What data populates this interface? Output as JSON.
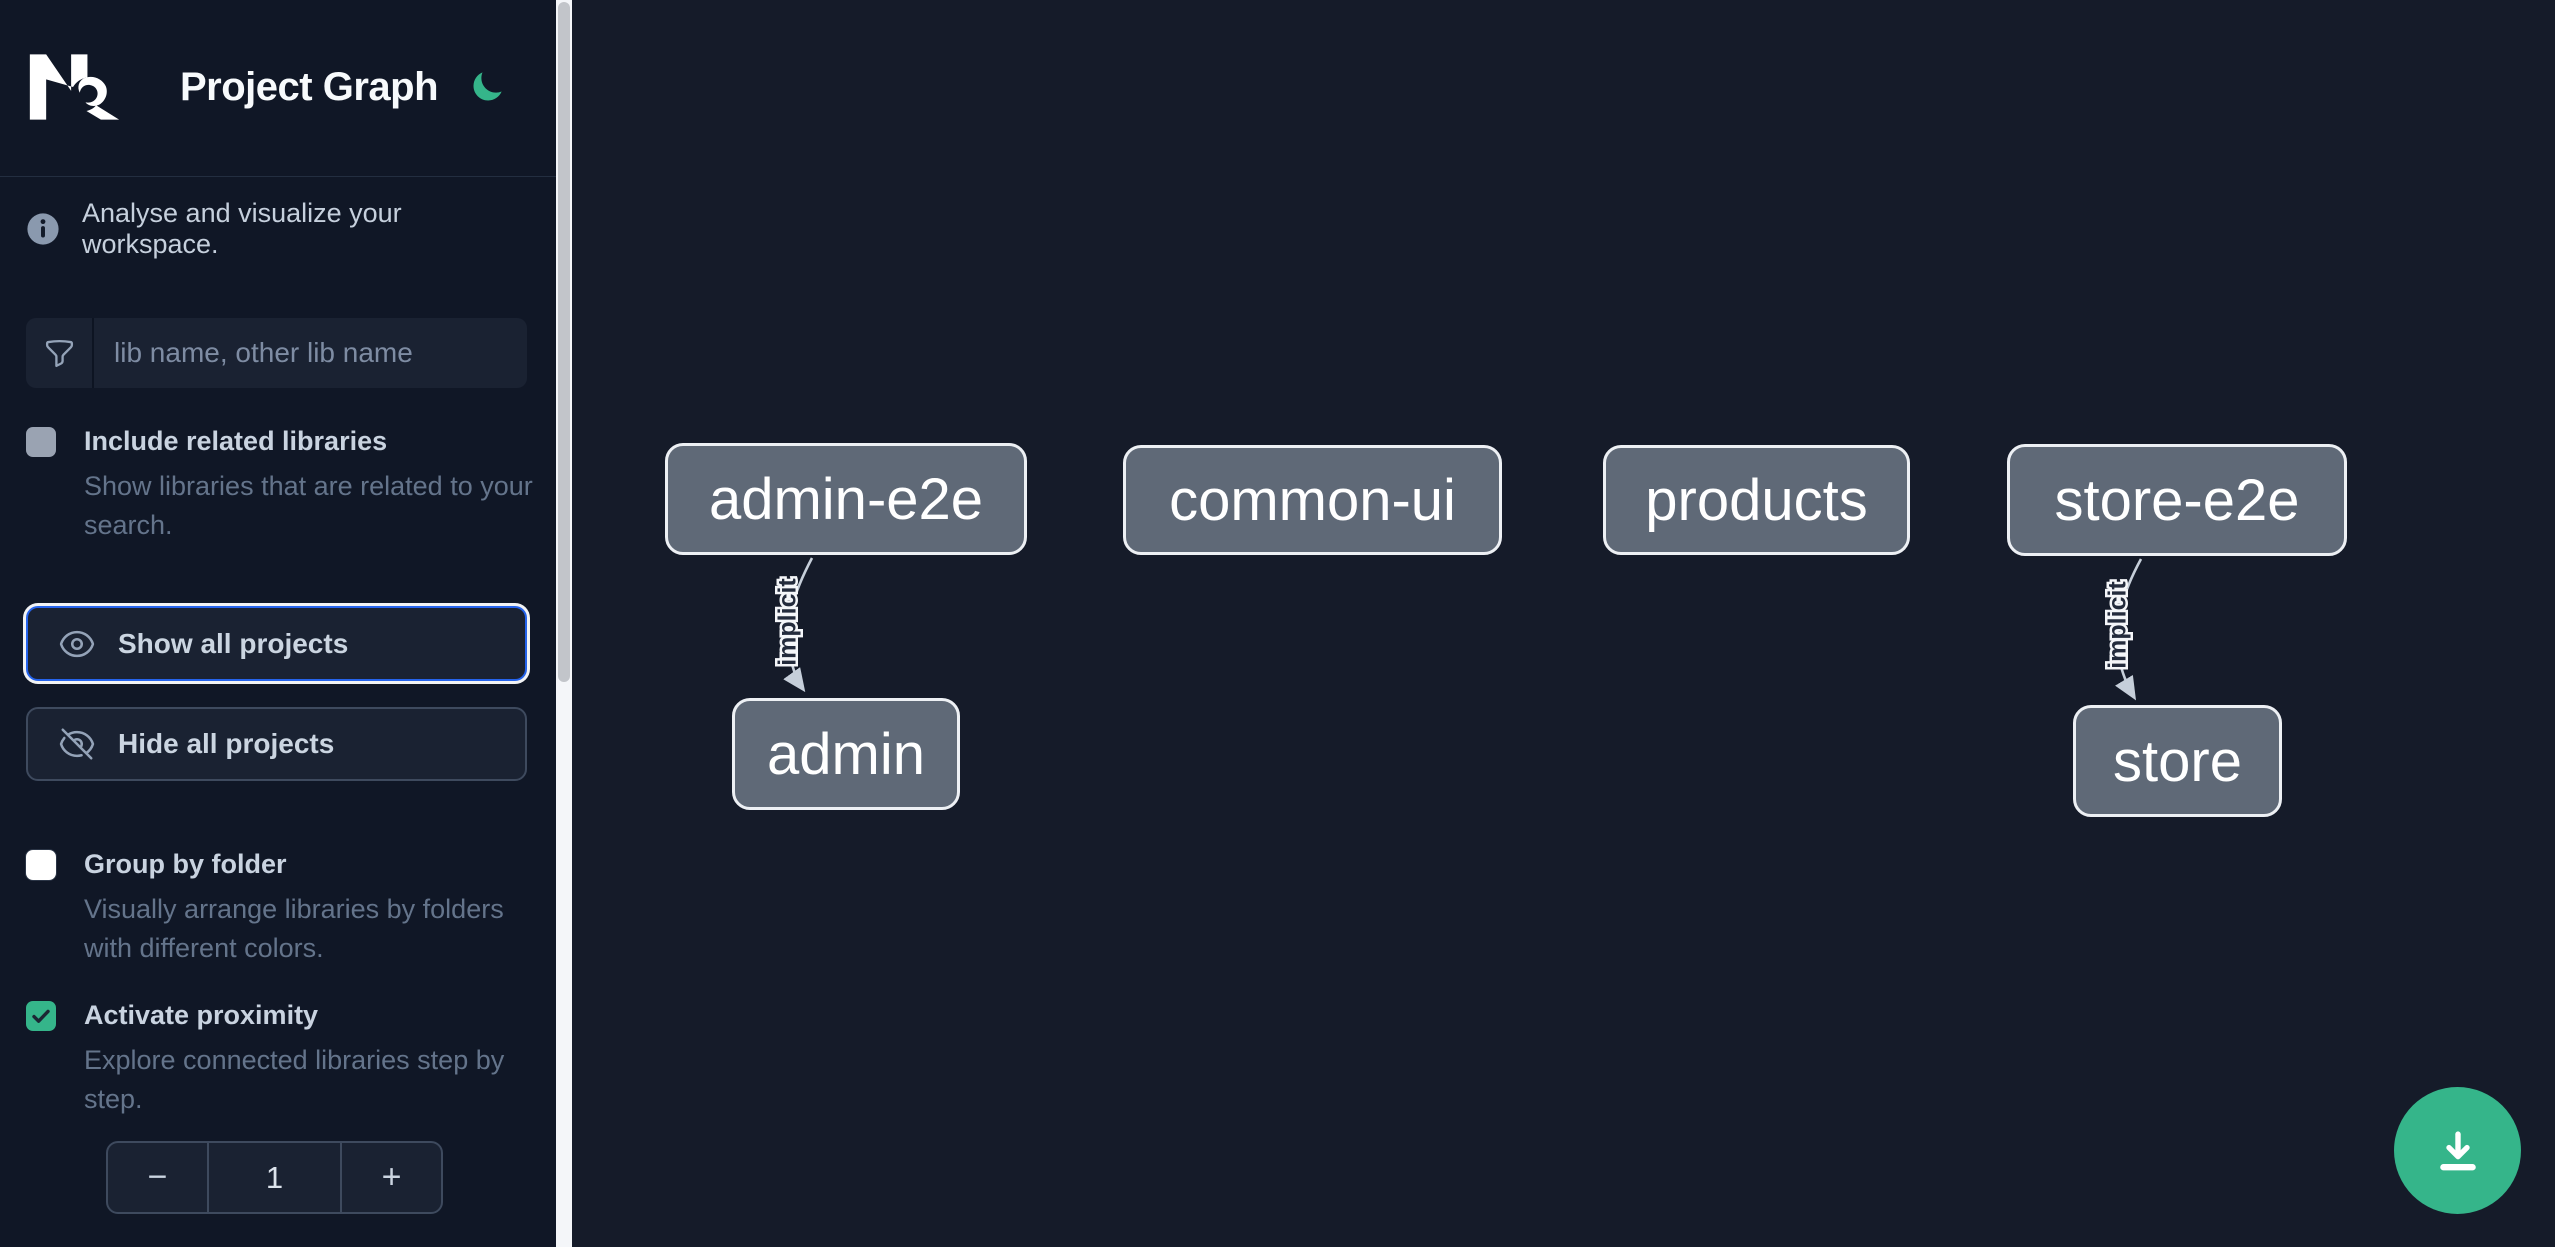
{
  "header": {
    "app_name": "Nx",
    "title": "Project Graph",
    "theme_icon": "moon-icon",
    "accent_green": "#35B58A"
  },
  "sidebar": {
    "tagline": "Analyse and visualize your workspace.",
    "tagline_icon": "info-icon",
    "search_placeholder": "lib name, other lib name",
    "search_icon": "funnel-icon",
    "include_related": {
      "label": "Include related libraries",
      "description": "Show libraries that are related to your search.",
      "checked": false,
      "disabled": true
    },
    "show_all_label": "Show all projects",
    "show_all_icon": "eye-icon",
    "show_all_focused": true,
    "hide_all_label": "Hide all projects",
    "hide_all_icon": "eye-slash-icon",
    "group_by_folder": {
      "label": "Group by folder",
      "description": "Visually arrange libraries by folders with different colors.",
      "checked": false
    },
    "activate_proximity": {
      "label": "Activate proximity",
      "description": "Explore connected libraries step by step.",
      "checked": true
    },
    "stepper": {
      "decrement_label": "−",
      "value": "1",
      "increment_label": "+"
    }
  },
  "graph": {
    "nodes": [
      {
        "label": "admin-e2e"
      },
      {
        "label": "common-ui"
      },
      {
        "label": "products"
      },
      {
        "label": "store-e2e"
      },
      {
        "label": "admin"
      },
      {
        "label": "store"
      }
    ],
    "edges": [
      {
        "from": "admin-e2e",
        "to": "admin",
        "type": "implicit",
        "label": "implicit"
      },
      {
        "from": "store-e2e",
        "to": "store",
        "type": "implicit",
        "label": "implicit"
      }
    ]
  },
  "fab": {
    "icon": "download-icon"
  },
  "colors": {
    "sidebar_bg": "#101726",
    "canvas_bg": "#151B29",
    "panel_bg": "#1A2232",
    "panel_border": "#3E4A5E",
    "focus_blue": "#2563EB",
    "accent_green": "#35B58A",
    "node_fill": "#5F6977",
    "node_border": "#EDF0F4",
    "edge": "#C6CFDA",
    "text_primary": "#CBD5E1",
    "text_muted": "#64748B"
  }
}
